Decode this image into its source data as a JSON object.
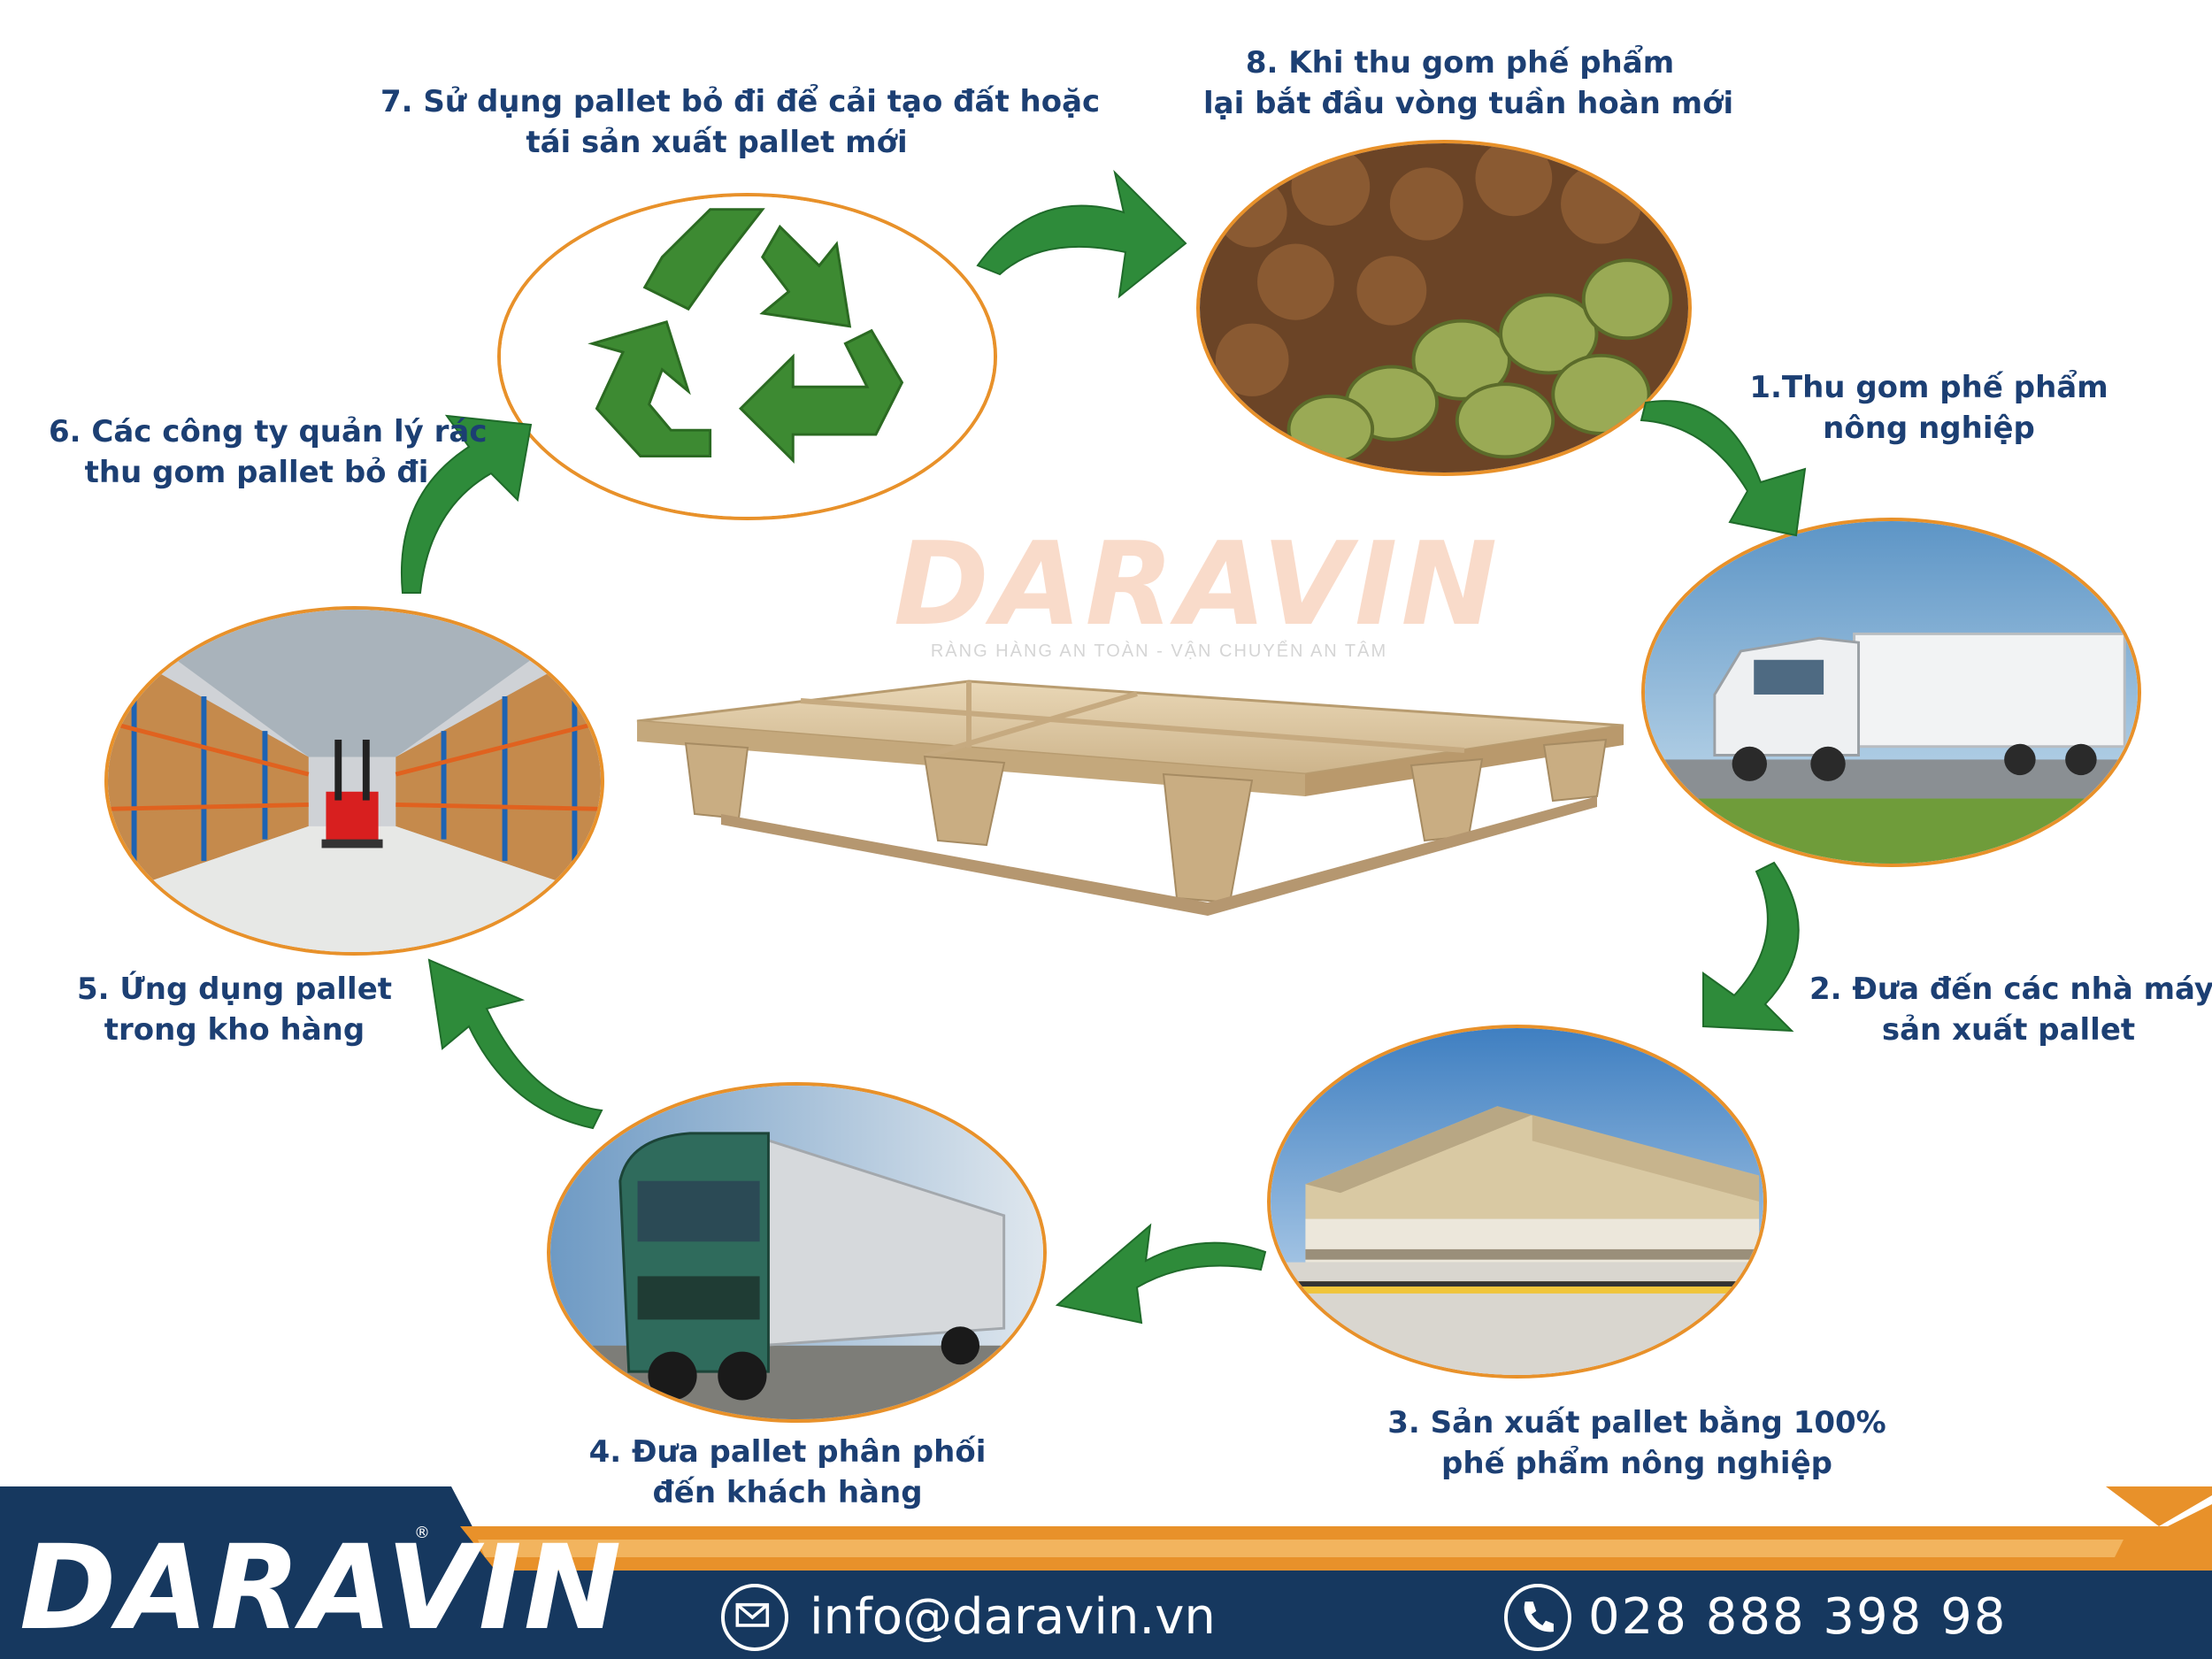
{
  "steps": [
    {
      "line1": "1.Thu gom phế phẩm",
      "line2": "nông nghiệp"
    },
    {
      "line1": "2. Đưa đến các nhà máy",
      "line2": "sản xuất pallet"
    },
    {
      "line1": "3. Sản xuất pallet bằng 100%",
      "line2": "phế phẩm nông nghiệp"
    },
    {
      "line1": "4. Đưa pallet phân phối",
      "line2": "đến khách hàng"
    },
    {
      "line1": "5. Ứng dụng pallet",
      "line2": "trong kho hàng"
    },
    {
      "line1": "6. Các công ty quản lý rác",
      "line2": "thu gom pallet bỏ đi"
    },
    {
      "line1": "7. Sử dụng pallet bỏ đi để cải tạo đất hoặc",
      "line2": "tái sản xuất pallet mới"
    },
    {
      "line1": "8. Khi thu gom phế phẩm",
      "line2": "lại bắt đầu vòng tuần hoàn mới"
    }
  ],
  "watermark": {
    "logo": "DARAVIN",
    "tagline": "RÀNG HÀNG AN TOÀN - VẬN CHUYỂN AN TÂM"
  },
  "footer": {
    "brand": "DARAVIN",
    "registered": "®",
    "email": "info@daravin.vn",
    "phone": "028 888 398 98",
    "icons": [
      "email-icon",
      "phone-icon"
    ]
  },
  "colors": {
    "caption": "#1c3f73",
    "ring": "#e8912a",
    "arrow": "#2e8b3a",
    "footer_bg": "#16385f",
    "footer_stripe": "#e8912a"
  }
}
